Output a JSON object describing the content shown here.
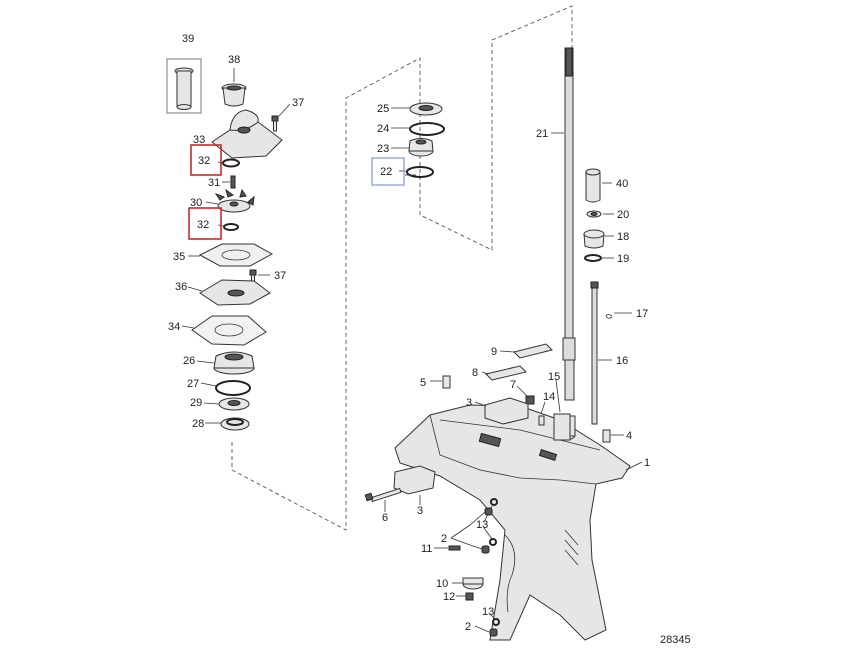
{
  "diagram_id": "28345",
  "callouts": {
    "c1": "1",
    "c2a": "2",
    "c2b": "2",
    "c3a": "3",
    "c3b": "3",
    "c4": "4",
    "c5": "5",
    "c6": "6",
    "c7": "7",
    "c8": "8",
    "c9": "9",
    "c10": "10",
    "c11": "11",
    "c12": "12",
    "c13a": "13",
    "c13b": "13",
    "c14": "14",
    "c15": "15",
    "c16": "16",
    "c17": "17",
    "c18": "18",
    "c19": "19",
    "c20": "20",
    "c21": "21",
    "c22": "22",
    "c23": "23",
    "c24": "24",
    "c25": "25",
    "c26": "26",
    "c27": "27",
    "c28": "28",
    "c29": "29",
    "c30": "30",
    "c31": "31",
    "c32a": "32",
    "c32b": "32",
    "c33": "33",
    "c34": "34",
    "c35": "35",
    "c36": "36",
    "c37a": "37",
    "c37b": "37",
    "c38": "38",
    "c39": "39",
    "c40": "40"
  },
  "highlight_colors": {
    "red": "#cc2a2a",
    "blue": "#8fa8d8"
  }
}
